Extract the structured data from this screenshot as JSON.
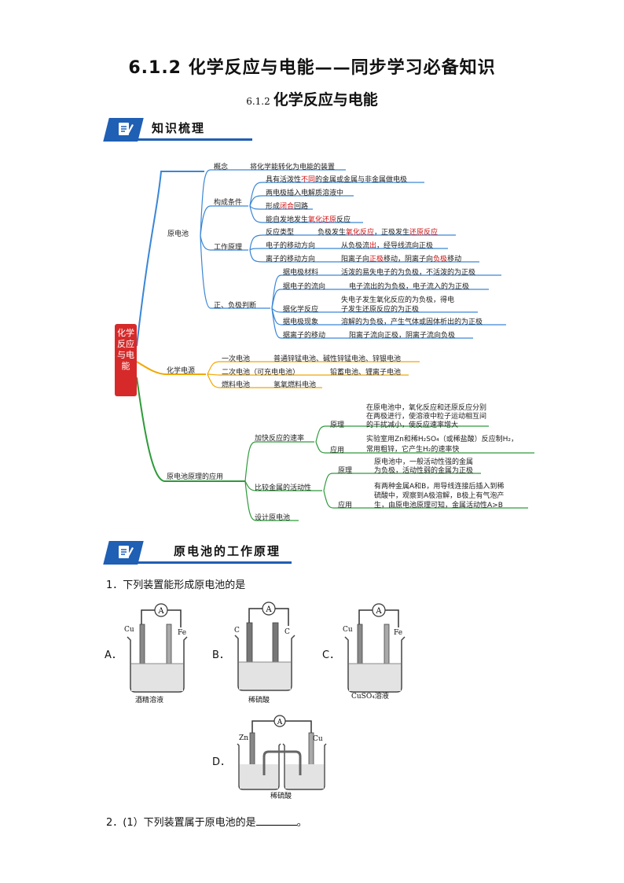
{
  "page": {
    "title": "6.1.2   化学反应与电能——同步学习必备知识",
    "subtitle_num": "6.1.2",
    "subtitle_text": "化学反应与电能"
  },
  "sections": {
    "s1": "知识梳理",
    "s2": "原电池的工作原理"
  },
  "mindmap": {
    "center": "化学反应与电能",
    "yuandianchi": {
      "label": "原电池",
      "gainian": "概念",
      "gainian_text": "将化学能转化为电能的装置",
      "goucheng": "构成条件",
      "goucheng_items": {
        "a1": "具有活泼性",
        "a2": "不同",
        "a3": "的金属或金属与非金属做电极",
        "b": "两电极插入电解质溶液中",
        "c1": "形成",
        "c2": "闭合",
        "c3": "回路",
        "d1": "能自发地发生",
        "d2": "氧化还原",
        "d3": "反应"
      },
      "gongzuo": "工作原理",
      "gongzuo_rows": {
        "r1_label": "反应类型",
        "r1_a": "负极发生",
        "r1_b": "氧化反应",
        "r1_c": "，正极发生",
        "r1_d": "还原反应",
        "r2_label": "电子的移动方向",
        "r2_a": "从负极流",
        "r2_b": "出",
        "r2_c": "，经导线流向正极",
        "r3_label": "离子的移动方向",
        "r3_a": "阳离子向",
        "r3_b": "正极",
        "r3_c": "移动，阴离子向",
        "r3_d": "负极",
        "r3_e": "移动"
      },
      "panduan": "正、负极判断",
      "panduan_rows": {
        "p1_label": "据电极材料",
        "p1_text": "活泼的易失电子的为负极，不活泼的为正极",
        "p2_label": "据电子的流向",
        "p2_text": "电子流出的为负极，电子流入的为正极",
        "p3_label": "据化学反应",
        "p3_text1": "失电子发生氧化反应的为负极，得电",
        "p3_text2": "子发生还原反应的为正极",
        "p4_label": "据电极现象",
        "p4_text": "溶解的为负极，产生气体或固体析出的为正极",
        "p5_label": "据离子的移动",
        "p5_text": "阳离子流向正极，阴离子流向负极"
      }
    },
    "huaxuedianyuan": {
      "label": "化学电源",
      "rows": {
        "c1_label": "一次电池",
        "c1_text": "普通锌锰电池、碱性锌锰电池、锌银电池",
        "c2_label": "二次电池（可充电电池）",
        "c2_text": "铅蓄电池、锂离子电池",
        "c3_label": "燃料电池",
        "c3_text": "氢氧燃料电池"
      }
    },
    "yingyong": {
      "label": "原电池原理的应用",
      "jiakuai": "加快反应的速率",
      "jiakuai_yuanli": "原理",
      "jiakuai_yuanli_text1": "在原电池中，氧化反应和还原反应分别",
      "jiakuai_yuanli_text2": "在两极进行，使溶液中粒子运动相互间",
      "jiakuai_yuanli_text3": "的干扰减小，使反应速率增大",
      "jiakuai_yingyong": "应用",
      "jiakuai_yingyong_text1": "实验室用Zn和稀H₂SO₄（或稀盐酸）反应制H₂，",
      "jiakuai_yingyong_text2": "常用粗锌，它产生H₂的速率快",
      "bijiao": "比较金属的活动性",
      "bijiao_yuanli": "原理",
      "bijiao_yuanli_text1": "原电池中，一般活动性强的金属",
      "bijiao_yuanli_text2": "为负极，活动性弱的金属为正极",
      "bijiao_yingyong": "应用",
      "bijiao_yingyong_text1": "有两种金属A和B，用导线连接后插入到稀",
      "bijiao_yingyong_text2": "硫酸中，观察到A极溶解，B极上有气泡产",
      "bijiao_yingyong_text3": "生，由原电池原理可知，金属活动性A>B",
      "sheji": "设计原电池"
    }
  },
  "question1": {
    "stem": "1．下列装置能形成原电池的是",
    "meter": "A",
    "A": {
      "letter": "A．",
      "left": "Cu",
      "right": "Fe",
      "solution": "酒精溶液"
    },
    "B": {
      "letter": "B．",
      "left": "C",
      "right": "C",
      "solution": "稀硫酸"
    },
    "C": {
      "letter": "C．",
      "left": "Cu",
      "right": "Fe",
      "solution": "CuSO₄溶液"
    },
    "D": {
      "letter": "D．",
      "left": "Zn",
      "right": "Cu",
      "solution": "稀硫酸"
    }
  },
  "question2": {
    "stem_a": "2．(1）下列装置属于原电池的是",
    "stem_b": "。"
  },
  "colors": {
    "blue": "#1f5fb4",
    "red": "#d62a2a",
    "orange": "#f0a800",
    "green": "#2e9a3a",
    "branch_blue": "#3a86d6"
  }
}
